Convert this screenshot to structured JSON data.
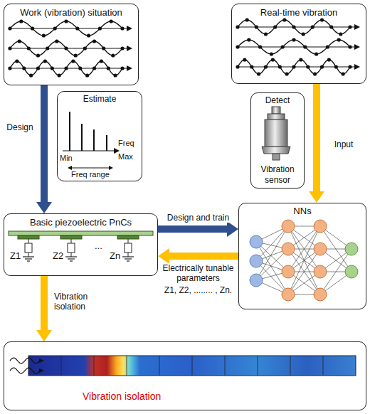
{
  "diagram": {
    "nodes": [
      {
        "text": [
          "Work (vibration) situation"
        ]
      },
      {
        "text": [
          "Estimate"
        ]
      },
      {
        "text": [
          "Real-time vibration"
        ]
      },
      {
        "text": [
          "Detect",
          "Vibration sensor"
        ]
      },
      {
        "text": [
          "Basic piezoelectric PnCs"
        ]
      },
      {
        "text": [
          "NNs"
        ]
      },
      {
        "text": [
          "Vibration isolation"
        ]
      }
    ],
    "edges": [
      {
        "from": 0,
        "to": 4,
        "arrow": "to",
        "label": "Design"
      },
      {
        "from": 2,
        "to": 5,
        "arrow": "to",
        "label": "Input"
      },
      {
        "from": 4,
        "to": 5,
        "arrow": "to",
        "label": "Design and train"
      },
      {
        "from": 5,
        "to": 4,
        "arrow": "to",
        "label": "Electrically tunable parameters"
      },
      {
        "from": 4,
        "to": 6,
        "arrow": "to",
        "label": "Vibration isolation"
      }
    ],
    "labels": [
      "Min",
      "Freq range",
      "Freq",
      "Max",
      "Z1",
      "Z2",
      "...",
      "Zn",
      "Z1, Z2, ........ , Zn."
    ]
  }
}
